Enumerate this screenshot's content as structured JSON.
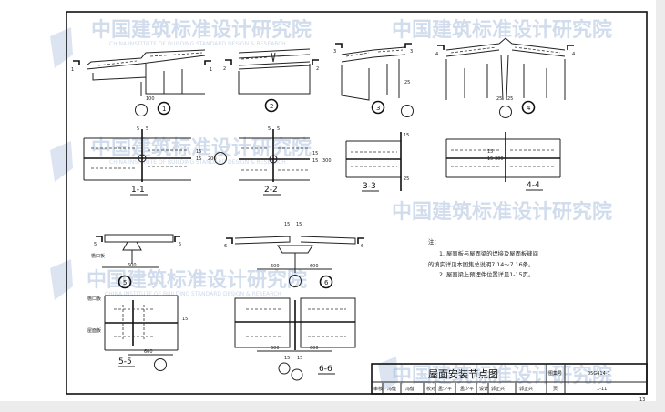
{
  "watermark": {
    "cn": "中国建筑标准设计研究院",
    "en": "CHINA INSTITUTE OF BUILDING STANDARD DESIGN & RESEARCH"
  },
  "details": {
    "d1": {
      "mark": "1",
      "dim": "100"
    },
    "d2": {
      "mark": "2"
    },
    "d3": {
      "mark": "3",
      "dim": "25"
    },
    "d4": {
      "mark": "4",
      "dim_a": "25",
      "dim_b": "25"
    },
    "d5": {
      "mark": "5",
      "dim": "600",
      "label": "檐口板"
    },
    "d6": {
      "mark": "6",
      "dim_a": "600",
      "dim_b": "600",
      "dim_c": "15",
      "dim_d": "15"
    }
  },
  "sections": {
    "s11": {
      "label": "1-1",
      "cut": "5",
      "d1": "15",
      "d2": "15",
      "d3": "200"
    },
    "s22": {
      "label": "2-2",
      "cut": "5",
      "d1": "15",
      "d2": "15",
      "d3": "300"
    },
    "s33": {
      "label": "3-3",
      "d1": "15",
      "d2": "25"
    },
    "s44": {
      "label": "4-4",
      "d1": "15",
      "d2": "15",
      "d3": "300"
    },
    "s55": {
      "label": "5-5",
      "eave": "檐口板",
      "roof": "屋面板",
      "dim": "600",
      "d1": "15"
    },
    "s66": {
      "label": "6-6",
      "dim_a": "600",
      "dim_b": "600",
      "d1": "15",
      "d2": "15"
    }
  },
  "notes": {
    "heading": "注：",
    "line1a": "1. 屋面板与屋面梁的焊接及屋面板缝间",
    "line1b": "的填实详见本图集总说明7.14～7.16条。",
    "line2": "2. 屋面梁上预埋件位置详见1-15页。"
  },
  "titleblock": {
    "title": "屋面安装节点图",
    "atlas_label": "图集号",
    "atlas_no": "05G414-1",
    "review_label": "审核",
    "review_name": "冯健",
    "review_sig": "冯健",
    "check_label": "校对",
    "check_name": "孟少平",
    "check_sig": "孟少平",
    "design_label": "设计",
    "design_name": "郭正兴",
    "design_sig": "郭正兴",
    "page_label": "页",
    "page_no": "1-11"
  },
  "sheet_number": "13"
}
